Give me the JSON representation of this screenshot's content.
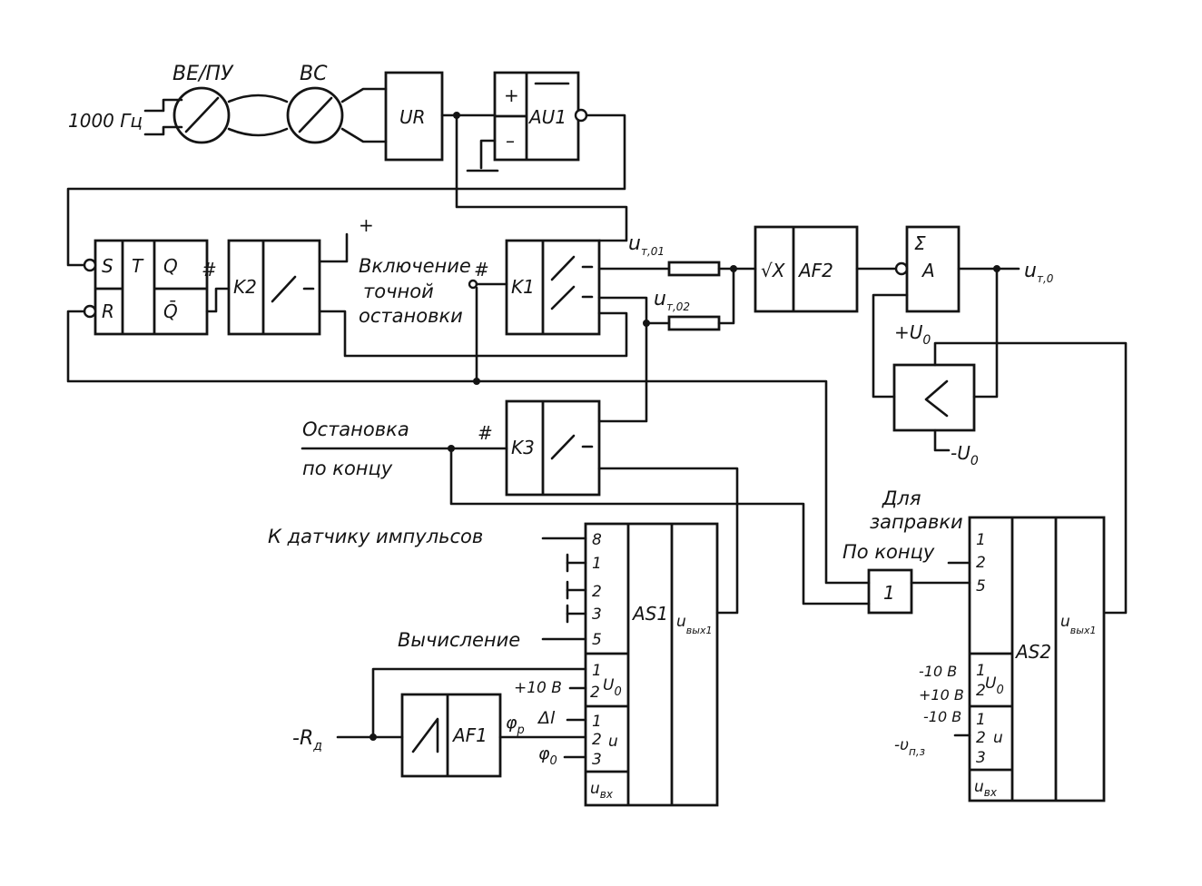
{
  "inputs": {
    "freq": "1000 Гц",
    "be_pu": "BE/ПУ",
    "bc": "BC"
  },
  "blocks": {
    "ur": "UR",
    "au1": "AU1",
    "au1_plus": "+",
    "au1_minus": "–",
    "trigger_t": "T",
    "trigger_s": "S",
    "trigger_r": "R",
    "trigger_q": "Q",
    "trigger_qbar": "Q̄",
    "k1": "K1",
    "k2": "K2",
    "k3": "K3",
    "sqrt": "√X",
    "af2": "AF2",
    "sigma": "Σ",
    "a": "A",
    "comparator": "<",
    "af1": "AF1",
    "as1": "AS1",
    "as2": "AS2",
    "or_gate": "1"
  },
  "labels": {
    "plus": "+",
    "k2_mark": "#",
    "k1_mark": "#",
    "k3_mark": "#",
    "fine_stop": [
      "Включение",
      "точной",
      "остановки"
    ],
    "ut01": "u",
    "ut01_sub": "т,01",
    "ut02": "u",
    "ut02_sub": "т,02",
    "ut0": "u",
    "ut0_sub": "т,0",
    "plus_u0": "+U",
    "plus_u0_sub": "0",
    "minus_u0": "-U",
    "minus_u0_sub": "0",
    "stop_end": [
      "Остановка",
      "по концу"
    ],
    "pulse_sensor": "К датчику импульсов",
    "calc": "Вычисление",
    "for_refuel": [
      "Для",
      "заправки"
    ],
    "by_end": "По концу",
    "minus_rd": "-R",
    "minus_rd_sub": "д"
  },
  "as1": {
    "pins_top": [
      "8",
      "1",
      "2",
      "3",
      "5"
    ],
    "u0_group": [
      "1",
      "2"
    ],
    "u0_label": "U",
    "u0_sub": "0",
    "u_group": [
      "1",
      "2",
      "3"
    ],
    "u_label": "u",
    "uin": "u",
    "uin_sub": "вх",
    "uout": "u",
    "uout_sub": "вых1",
    "plus10": "+10 В",
    "phi_p": "φ",
    "phi_p_sub": "р",
    "delta": "Δl",
    "phi_0": "φ",
    "phi_0_sub": "0"
  },
  "as2": {
    "pins_top": [
      "1",
      "2",
      "5"
    ],
    "u0_group": [
      "1",
      "2"
    ],
    "u0_label": "U",
    "u0_sub": "0",
    "u_group": [
      "1",
      "2",
      "3"
    ],
    "u_label": "u",
    "uin": "u",
    "uin_sub": "вх",
    "uout": "u",
    "uout_sub": "вых1",
    "minus10a": "-10 В",
    "plus10": "+10 В",
    "minus10b": "-10 В",
    "vnz": "-υ",
    "vnz_sub": "п,з"
  }
}
